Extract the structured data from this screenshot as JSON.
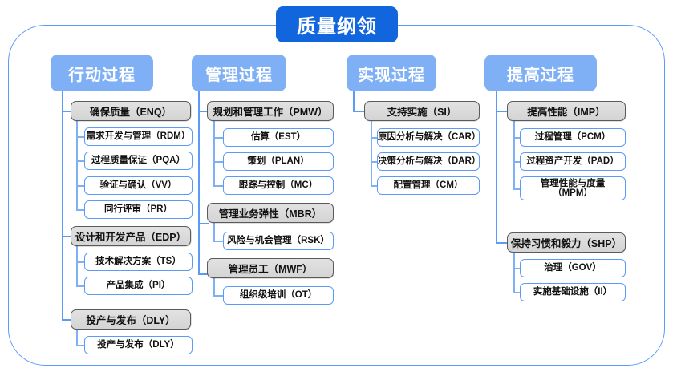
{
  "title": "质量纲领",
  "colors": {
    "title_bg": "#1266dd",
    "header_bg": "#7fb0f5",
    "line": "#5b9bf8",
    "l2_bg": "#d9d9d9",
    "l2_border": "#5a5a5a",
    "l3_border": "#5b9bf8",
    "text": "#111111",
    "header_text": "#ffffff"
  },
  "columns": [
    {
      "header": "行动过程",
      "groups": [
        {
          "label": "确保质量（ENQ）",
          "items": [
            "需求开发与管理（RDM）",
            "过程质量保证（PQA）",
            "验证与确认（VV）",
            "同行评审（PR）"
          ]
        },
        {
          "label": "设计和开发产品（EDP）",
          "items": [
            "技术解决方案（TS）",
            "产品集成（PI）"
          ]
        },
        {
          "label": "投产与发布（DLY）",
          "items": [
            "投产与发布（DLY）"
          ]
        }
      ]
    },
    {
      "header": "管理过程",
      "groups": [
        {
          "label": "规划和管理工作（PMW）",
          "items": [
            "估算（EST）",
            "策划（PLAN）",
            "跟踪与控制（MC）"
          ]
        },
        {
          "label": "管理业务弹性（MBR）",
          "items": [
            "风险与机会管理（RSK）"
          ]
        },
        {
          "label": "管理员工（MWF）",
          "items": [
            "组织级培训（OT）"
          ]
        }
      ]
    },
    {
      "header": "实现过程",
      "groups": [
        {
          "label": "支持实施（SI）",
          "items": [
            "原因分析与解决（CAR）",
            "决策分析与解决（DAR）",
            "配置管理（CM）"
          ]
        }
      ]
    },
    {
      "header": "提高过程",
      "groups": [
        {
          "label": "提高性能（IMP）",
          "items": [
            "过程管理（PCM）",
            "过程资产开发（PAD）",
            "管理性能与度量\n（MPM）"
          ]
        },
        {
          "label": "保持习惯和毅力（SHP）",
          "items": [
            "治理（GOV）",
            "实施基础设施（II）"
          ]
        }
      ]
    }
  ]
}
